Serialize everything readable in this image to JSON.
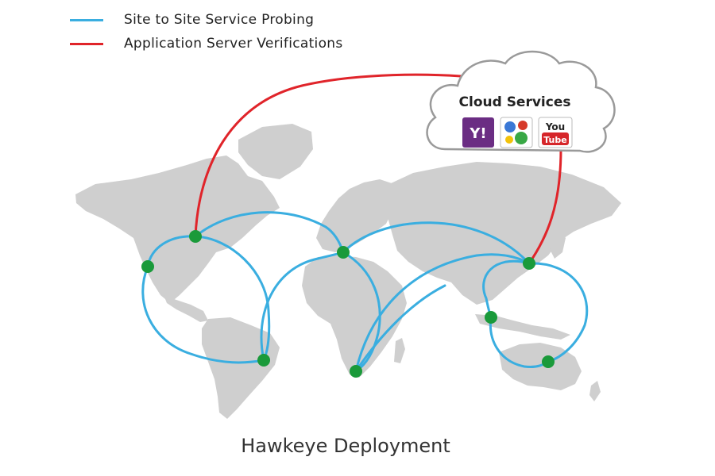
{
  "legend": {
    "items": [
      {
        "label": "Site to Site Service Probing",
        "color": "#3aaee0"
      },
      {
        "label": "Application Server Verifications",
        "color": "#e0242a"
      }
    ]
  },
  "cloud": {
    "title": "Cloud Services",
    "logos": [
      {
        "name": "yahoo-logo",
        "text": "Y!",
        "bg": "#6b2d83"
      },
      {
        "name": "google-logo",
        "text": "",
        "bg": "#ffffff"
      },
      {
        "name": "youtube-logo",
        "text_top": "You",
        "text_bottom": "Tube",
        "bg": "#d6262a"
      }
    ]
  },
  "caption": "Hawkeye Deployment",
  "colors": {
    "map": "#cfcfcf",
    "node": "#1a9a3a",
    "probe_link": "#3aaee0",
    "verify_link": "#e0242a",
    "cloud_outline": "#9a9a9a"
  }
}
